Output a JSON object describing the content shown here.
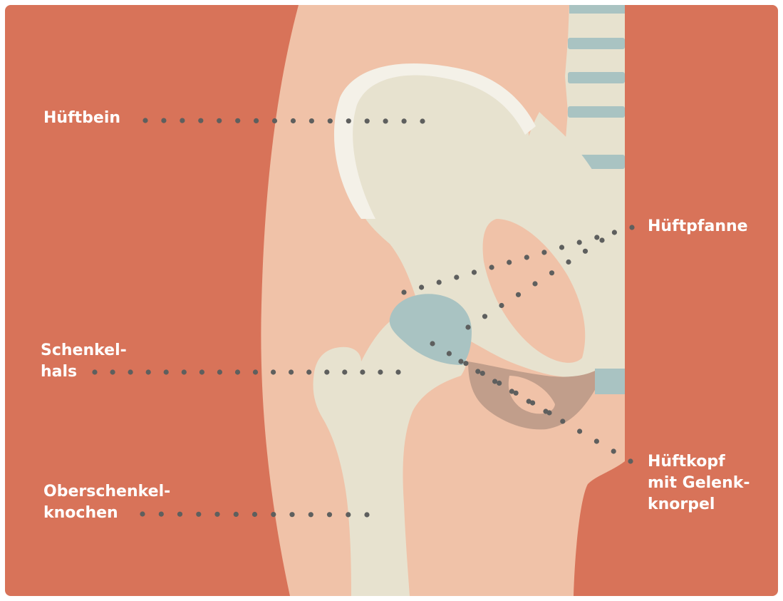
{
  "labels": {
    "hip_bone": "Hüftbein",
    "acetabulum": "Hüftpfanne",
    "femoral_neck": [
      "Schenkel-",
      "hals"
    ],
    "femoral_head": [
      "Hüftkopf",
      "mit Gelenk-",
      "knorpel"
    ],
    "femur": [
      "Oberschenkel-",
      "knochen"
    ]
  },
  "colors": {
    "background": "#d87359",
    "skin": "#f0c2a8",
    "bone": "#e7e2cf",
    "cartilage_highlight": "#f4f1e8",
    "cartilage_blue": "#a9c3c2",
    "shadow": "#c19e8b",
    "leader_dots": "#5e5f5e",
    "label_text": "#ffffff"
  }
}
